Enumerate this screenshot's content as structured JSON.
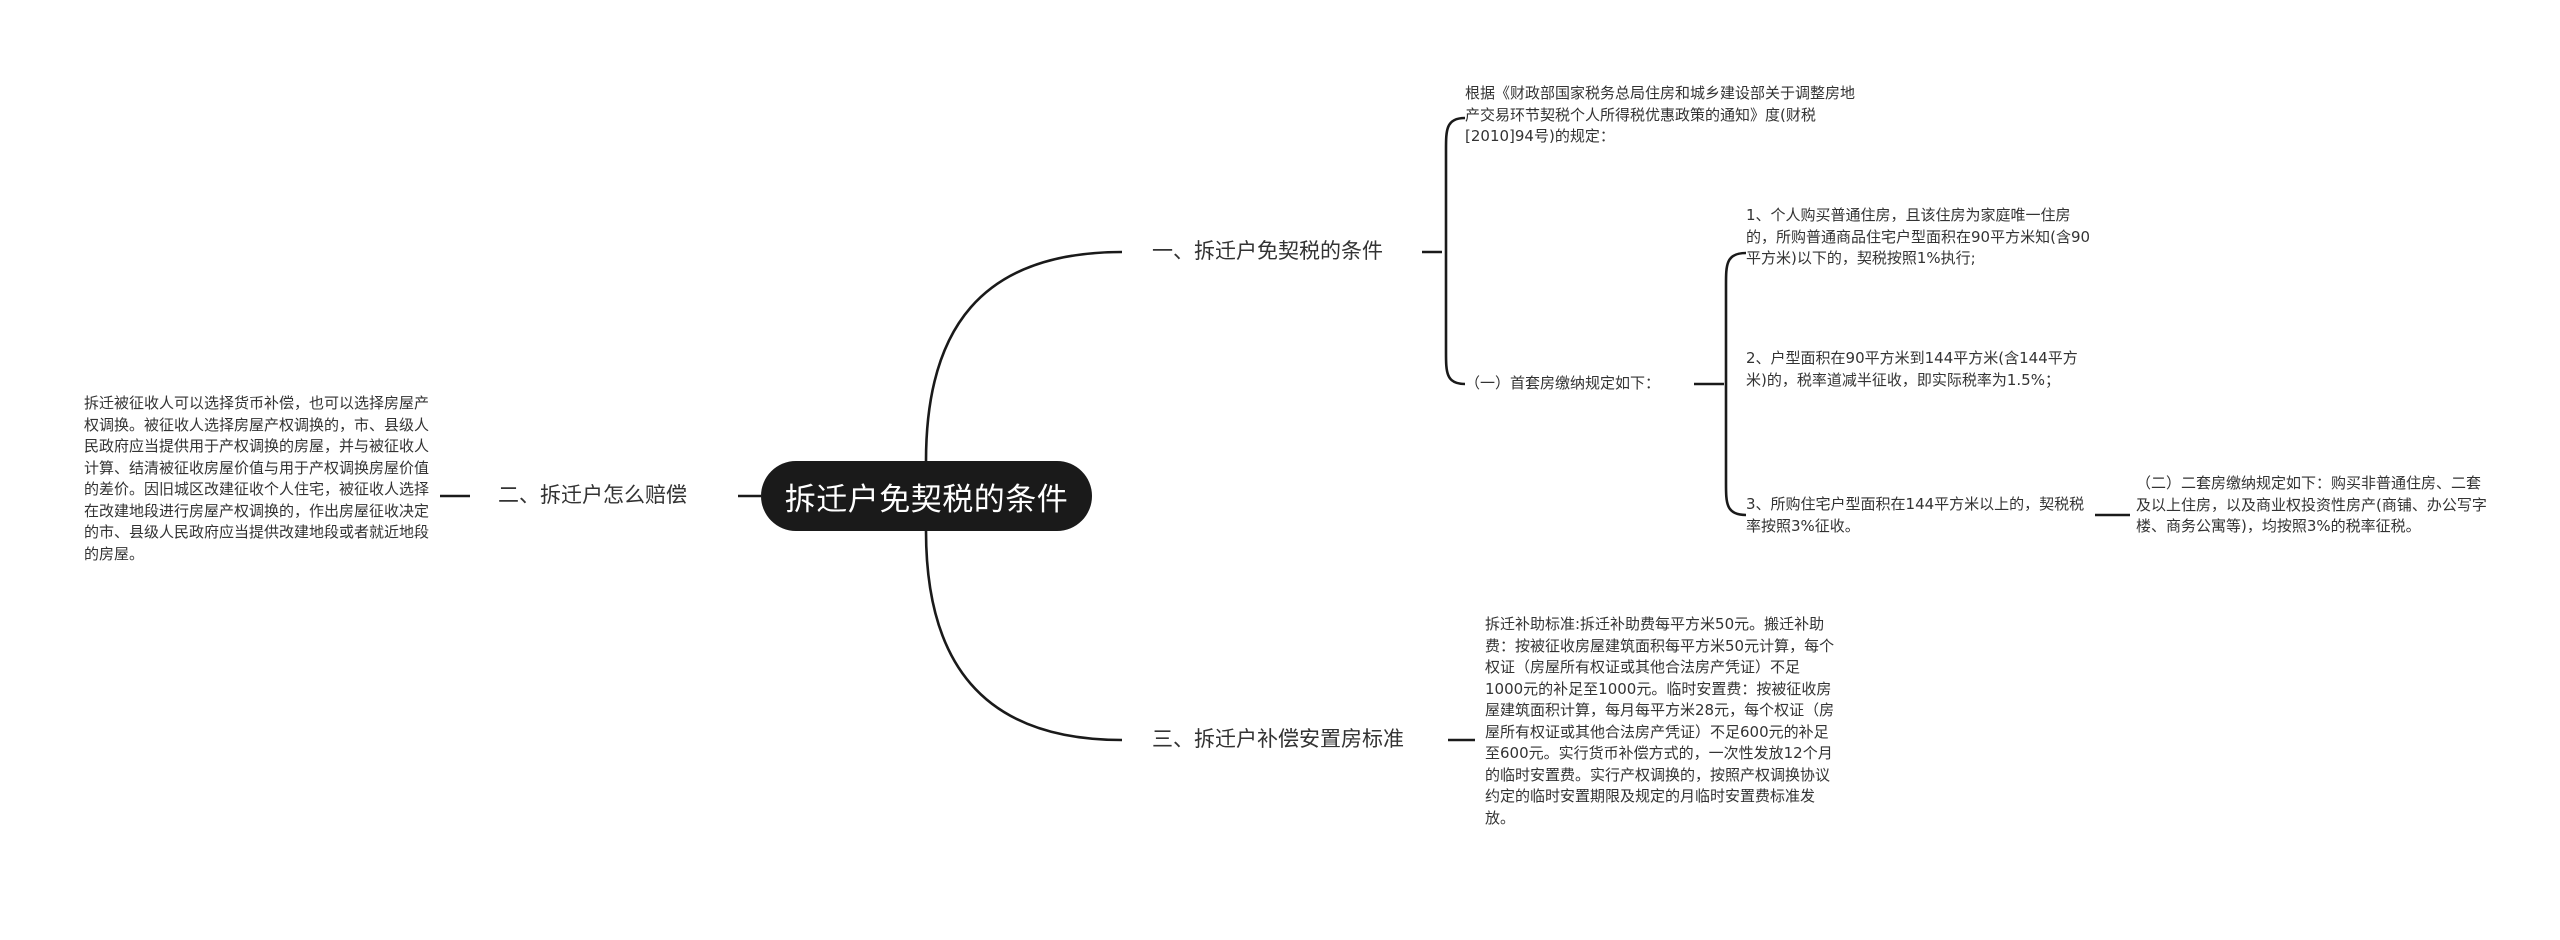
{
  "root": {
    "title": "拆迁户免契税的条件"
  },
  "branches": [
    {
      "label": "一、拆迁户免契税的条件",
      "intro": "根据《财政部国家税务总局住房和城乡建设部关于调整房地产交易环节契税个人所得税优惠政策的通知》度(财税[2010]94号)的规定：",
      "sub": {
        "label": "（一）首套房缴纳规定如下：",
        "items": [
          "1、个人购买普通住房，且该住房为家庭唯一住房的，所购普通商品住宅户型面积在90平方米知(含90平方米)以下的，契税按照1%执行;",
          "2、户型面积在90平方米到144平方米(含144平方米)的，税率道减半征收，即实际税率为1.5%；",
          "3、所购住宅户型面积在144平方米以上的，契税税率按照3%征收。"
        ],
        "note": "（二）二套房缴纳规定如下：购买非普通住房、二套及以上住房，以及商业权投资性房产(商铺、办公写字楼、商务公寓等)，均按照3%的税率征税。"
      }
    },
    {
      "label": "二、拆迁户怎么赔偿",
      "text": "拆迁被征收人可以选择货币补偿，也可以选择房屋产权调换。被征收人选择房屋产权调换的，市、县级人民政府应当提供用于产权调换的房屋，并与被征收人计算、结清被征收房屋价值与用于产权调换房屋价值的差价。因旧城区改建征收个人住宅，被征收人选择在改建地段进行房屋产权调换的，作出房屋征收决定的市、县级人民政府应当提供改建地段或者就近地段的房屋。"
    },
    {
      "label": "三、拆迁户补偿安置房标准",
      "text": "拆迁补助标准:拆迁补助费每平方米50元。搬迁补助费：按被征收房屋建筑面积每平方米50元计算，每个权证（房屋所有权证或其他合法房产凭证）不足1000元的补足至1000元。临时安置费：按被征收房屋建筑面积计算，每月每平方米28元，每个权证（房屋所有权证或其他合法房产凭证）不足600元的补足至600元。实行货币补偿方式的，一次性发放12个月的临时安置费。实行产权调换的，按照产权调换协议约定的临时安置期限及规定的月临时安置费标准发放。"
    }
  ]
}
